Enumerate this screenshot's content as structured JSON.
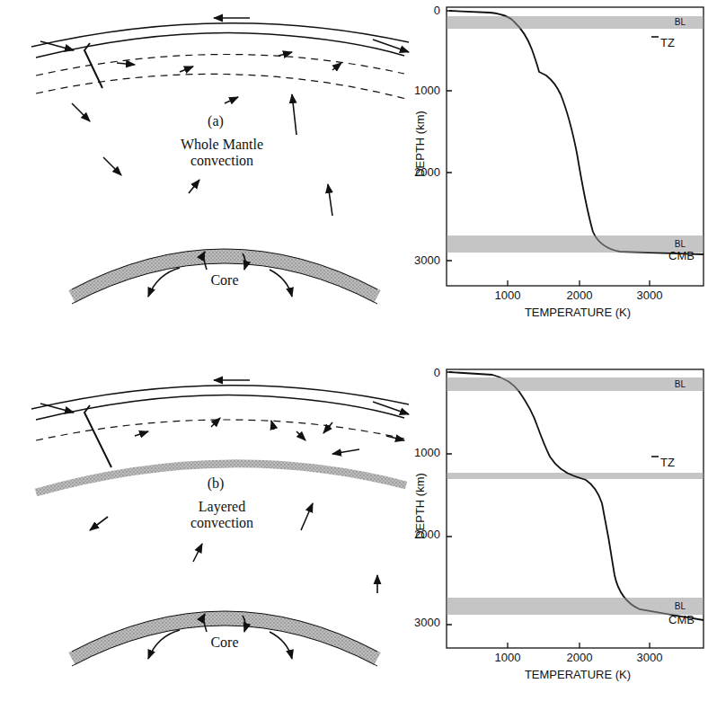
{
  "diagram": {
    "nodes": [
      {
        "text": [
          "BL"
        ]
      },
      {
        "text": [
          "BL"
        ]
      },
      {
        "text": [
          "BL"
        ]
      },
      {
        "text": [
          "BL"
        ]
      }
    ],
    "labels": [
      "(a)",
      "Whole Mantle convection",
      "Core",
      "0",
      "1000",
      "2000",
      "3000",
      "DEPTH (km)",
      "1000",
      "2000",
      "3000",
      "TEMPERATURE (K)",
      "TZ",
      "CMB",
      "(b)",
      "Layered convection",
      "Core",
      "0",
      "1000",
      "2000",
      "3000",
      "DEPTH (km)",
      "1000",
      "2000",
      "3000",
      "TEMPERATURE (K)",
      "TZ",
      "CMB"
    ]
  }
}
